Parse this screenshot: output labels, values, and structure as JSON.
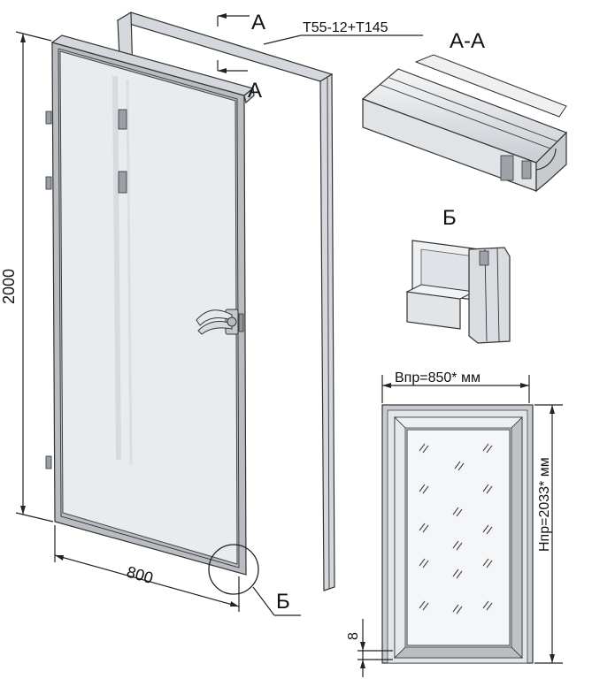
{
  "labels": {
    "section_mark_top": "А",
    "section_mark_bottom": "А",
    "profile_code": "T55-12+T145",
    "section_title": "А-А",
    "detail_mark": "Б",
    "detail_callout": "Б",
    "door_height": "2000",
    "door_width": "800",
    "opening_width": "Впр=850* мм",
    "opening_height": "Нпр=2033* мм",
    "gap": "8"
  },
  "colors": {
    "frame": "#d4d7db",
    "glass": "#e9ebee",
    "line": "#222222"
  }
}
